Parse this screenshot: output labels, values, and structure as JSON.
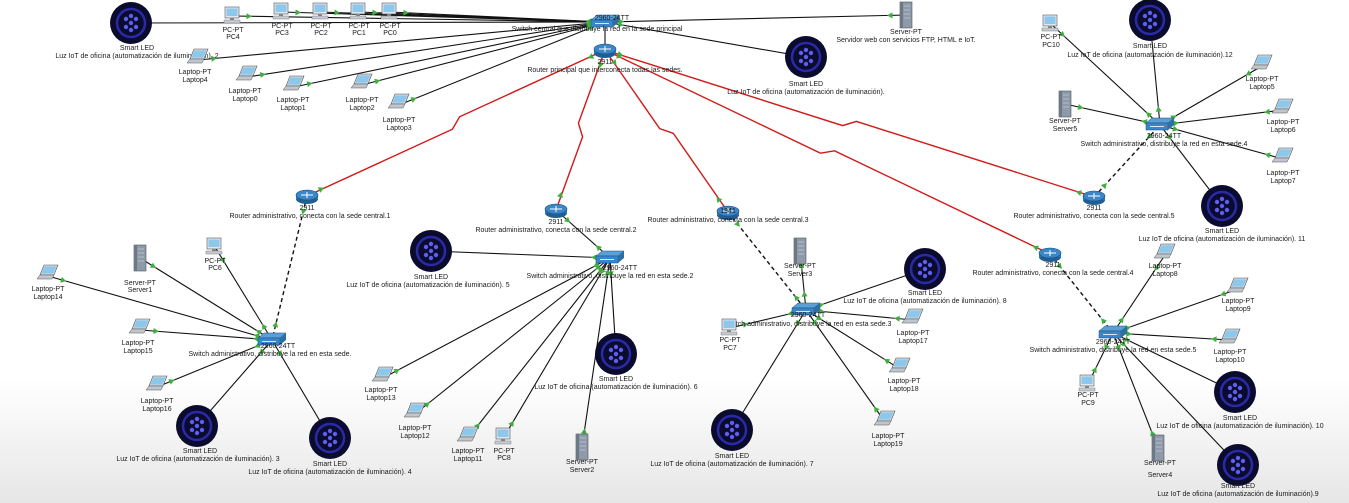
{
  "diagram": {
    "colors": {
      "ethernet": "#111111",
      "serial": "#d21919",
      "fiber": "#111111",
      "port_up": "#3fae3f",
      "led_dark": "#0b0b2e",
      "led_ring": "#2a2aa8",
      "led_glow": "#5e5ef0",
      "device_blue": "#3a86c8",
      "laptop_screen": "#8cc7ec",
      "server_gray": "#8e9aa8"
    },
    "nodes": [
      {
        "id": "R0",
        "type": "router",
        "label1": "2911",
        "label2": "Router principal que interconecta todas las sedes."
      },
      {
        "id": "S0",
        "type": "switch",
        "label1": "2960-24TT",
        "label2": "Switch central que distribuye la red en la sede principal"
      },
      {
        "id": "LED_M1",
        "type": "led",
        "label1": "Smart LED",
        "label2": "Luz IoT de oficina (automatización de iluminación). 2"
      },
      {
        "id": "PC4",
        "type": "pc",
        "label1": "PC-PT",
        "label2": "PC4"
      },
      {
        "id": "PC3",
        "type": "pc",
        "label1": "PC-PT",
        "label2": "PC3"
      },
      {
        "id": "PC2",
        "type": "pc",
        "label1": "PC-PT",
        "label2": "PC2"
      },
      {
        "id": "PC1",
        "type": "pc",
        "label1": "PC-PT",
        "label2": "PC1"
      },
      {
        "id": "PC0",
        "type": "pc",
        "label1": "PC-PT",
        "label2": "PC0"
      },
      {
        "id": "SRV0",
        "type": "server",
        "label1": "Server-PT",
        "label2": "Servidor web con servicios FTP, HTML e IoT."
      },
      {
        "id": "LED_M2",
        "type": "led",
        "label1": "Smart LED",
        "label2": "Luz IoT de oficina (automatización de iluminación)."
      },
      {
        "id": "LT4",
        "type": "laptop",
        "label1": "Laptop-PT",
        "label2": "Laptop4"
      },
      {
        "id": "LT0",
        "type": "laptop",
        "label1": "Laptop-PT",
        "label2": "Laptop0"
      },
      {
        "id": "LT1",
        "type": "laptop",
        "label1": "Laptop-PT",
        "label2": "Laptop1"
      },
      {
        "id": "LT2",
        "type": "laptop",
        "label1": "Laptop-PT",
        "label2": "Laptop2"
      },
      {
        "id": "LT3",
        "type": "laptop",
        "label1": "Laptop-PT",
        "label2": "Laptop3"
      },
      {
        "id": "R1",
        "type": "router",
        "label1": "2911",
        "label2": "Router administrativo, conecta con la sede central.1"
      },
      {
        "id": "S1",
        "type": "switch",
        "label1": "2960-24TT",
        "label2": "Switch administrativo, distribuye la red en esta sede."
      },
      {
        "id": "PC6",
        "type": "pc",
        "label1": "PC-PT",
        "label2": "PC6"
      },
      {
        "id": "SRV1",
        "type": "server",
        "label1": "Server-PT",
        "label2": "Server1"
      },
      {
        "id": "LT14",
        "type": "laptop",
        "label1": "Laptop-PT",
        "label2": "Laptop14"
      },
      {
        "id": "LT15",
        "type": "laptop",
        "label1": "Laptop-PT",
        "label2": "Laptop15"
      },
      {
        "id": "LT16",
        "type": "laptop",
        "label1": "Laptop-PT",
        "label2": "Laptop16"
      },
      {
        "id": "LED3",
        "type": "led",
        "label1": "Smart LED",
        "label2": "Luz IoT de oficina (automatización de iluminación). 3"
      },
      {
        "id": "LED4",
        "type": "led",
        "label1": "Smart LED",
        "label2": "Luz IoT de oficina (automatización de iluminación). 4"
      },
      {
        "id": "R2",
        "type": "router",
        "label1": "2911",
        "label2": "Router administrativo, conecta con la sede central.2"
      },
      {
        "id": "S2",
        "type": "switch",
        "label1": "2960-24TT",
        "label2": "Switch administrativo, distribuye la red en esta sede.2"
      },
      {
        "id": "LED5",
        "type": "led",
        "label1": "Smart LED",
        "label2": "Luz IoT de oficina (automatización de iluminación). 5"
      },
      {
        "id": "LED6",
        "type": "led",
        "label1": "Smart LED",
        "label2": "Luz IoT de oficina (automatización de iluminación). 6"
      },
      {
        "id": "LT13",
        "type": "laptop",
        "label1": "Laptop-PT",
        "label2": "Laptop13"
      },
      {
        "id": "LT12",
        "type": "laptop",
        "label1": "Laptop-PT",
        "label2": "Laptop12"
      },
      {
        "id": "LT11",
        "type": "laptop",
        "label1": "Laptop-PT",
        "label2": "Laptop11"
      },
      {
        "id": "PC8",
        "type": "pc",
        "label1": "PC-PT",
        "label2": "PC8"
      },
      {
        "id": "SRV2",
        "type": "server",
        "label1": "Server-PT",
        "label2": "Server2"
      },
      {
        "id": "R3",
        "type": "router",
        "label1": "1941",
        "label2": "Router administrativo, conecta con la sede central.3"
      },
      {
        "id": "S3",
        "type": "switch",
        "label1": "2960-24TT",
        "label2": "Switch administrativo, distribuye la red en esta sede.3"
      },
      {
        "id": "SRV3",
        "type": "server",
        "label1": "Server-PT",
        "label2": "Server3"
      },
      {
        "id": "LED8",
        "type": "led",
        "label1": "Smart LED",
        "label2": "Luz IoT de oficina (automatización de iluminación). 8"
      },
      {
        "id": "PC7",
        "type": "pc",
        "label1": "PC-PT",
        "label2": "PC7"
      },
      {
        "id": "LT17",
        "type": "laptop",
        "label1": "Laptop-PT",
        "label2": "Laptop17"
      },
      {
        "id": "LT18",
        "type": "laptop",
        "label1": "Laptop-PT",
        "label2": "Laptop18"
      },
      {
        "id": "LT19",
        "type": "laptop",
        "label1": "Laptop-PT",
        "label2": "Laptop19"
      },
      {
        "id": "LED7",
        "type": "led",
        "label1": "Smart LED",
        "label2": "Luz IoT de oficina (automatización de iluminación). 7"
      },
      {
        "id": "R4",
        "type": "router",
        "label1": "2911",
        "label2": "Router administrativo, conecta con la sede central.4"
      },
      {
        "id": "S4",
        "type": "switch",
        "label1": "2960-24TT",
        "label2": "Switch administrativo, distribuye la red en esta sede.5"
      },
      {
        "id": "LT8",
        "type": "laptop",
        "label1": "Laptop-PT",
        "label2": "Laptop8"
      },
      {
        "id": "LT9",
        "type": "laptop",
        "label1": "Laptop-PT",
        "label2": "Laptop9"
      },
      {
        "id": "LT10",
        "type": "laptop",
        "label1": "Laptop-PT",
        "label2": "Laptop10"
      },
      {
        "id": "LED10",
        "type": "led",
        "label1": "Smart LED",
        "label2": "Luz IoT de oficina (automatización de iluminación). 10"
      },
      {
        "id": "PC9",
        "type": "pc",
        "label1": "PC-PT",
        "label2": "PC9"
      },
      {
        "id": "SRV4",
        "type": "server",
        "label1": "Server-PT",
        "label2": "Server4"
      },
      {
        "id": "LED9",
        "type": "led",
        "label1": "Smart LED",
        "label2": "Luz IoT de oficina (automatización de iluminación).9"
      },
      {
        "id": "R5",
        "type": "router",
        "label1": "2911",
        "label2": "Router administrativo, conecta con la sede central.5"
      },
      {
        "id": "S5",
        "type": "switch",
        "label1": "2960-24TT",
        "label2": "Switch administrativo, distribuye la red en esta sede.4"
      },
      {
        "id": "PC10",
        "type": "pc",
        "label1": "PC-PT",
        "label2": "PC10"
      },
      {
        "id": "LED12",
        "type": "led",
        "label1": "Smart LED",
        "label2": "Luz IoT de oficina (automatización de iluminación).12"
      },
      {
        "id": "LT5",
        "type": "laptop",
        "label1": "Laptop-PT",
        "label2": "Laptop5"
      },
      {
        "id": "LT6",
        "type": "laptop",
        "label1": "Laptop-PT",
        "label2": "Laptop6"
      },
      {
        "id": "LT7",
        "type": "laptop",
        "label1": "Laptop-PT",
        "label2": "Laptop7"
      },
      {
        "id": "SRV5",
        "type": "server",
        "label1": "Server-PT",
        "label2": "Server5"
      },
      {
        "id": "LED11",
        "type": "led",
        "label1": "Smart LED",
        "label2": "Luz IoT de oficina (automatización de iluminación). 11"
      }
    ],
    "links": [
      {
        "from": "S0",
        "to": "LED_M1",
        "kind": "ethernet"
      },
      {
        "from": "S0",
        "to": "PC4",
        "kind": "ethernet"
      },
      {
        "from": "S0",
        "to": "PC3",
        "kind": "ethernet"
      },
      {
        "from": "S0",
        "to": "PC2",
        "kind": "ethernet"
      },
      {
        "from": "S0",
        "to": "PC1",
        "kind": "ethernet"
      },
      {
        "from": "S0",
        "to": "PC0",
        "kind": "ethernet"
      },
      {
        "from": "S0",
        "to": "SRV0",
        "kind": "ethernet"
      },
      {
        "from": "S0",
        "to": "LED_M2",
        "kind": "ethernet"
      },
      {
        "from": "S0",
        "to": "LT4",
        "kind": "ethernet"
      },
      {
        "from": "S0",
        "to": "LT0",
        "kind": "ethernet"
      },
      {
        "from": "S0",
        "to": "LT1",
        "kind": "ethernet"
      },
      {
        "from": "S0",
        "to": "LT2",
        "kind": "ethernet"
      },
      {
        "from": "S0",
        "to": "LT3",
        "kind": "ethernet"
      },
      {
        "from": "S0",
        "to": "R0",
        "kind": "ethernet"
      },
      {
        "from": "R0",
        "to": "R1",
        "kind": "serial"
      },
      {
        "from": "R0",
        "to": "R2",
        "kind": "serial"
      },
      {
        "from": "R0",
        "to": "R3",
        "kind": "serial"
      },
      {
        "from": "R0",
        "to": "R4",
        "kind": "serial"
      },
      {
        "from": "R0",
        "to": "R5",
        "kind": "serial"
      },
      {
        "from": "R1",
        "to": "S1",
        "kind": "fiber"
      },
      {
        "from": "S1",
        "to": "PC6",
        "kind": "ethernet"
      },
      {
        "from": "S1",
        "to": "SRV1",
        "kind": "ethernet"
      },
      {
        "from": "S1",
        "to": "LT14",
        "kind": "ethernet"
      },
      {
        "from": "S1",
        "to": "LT15",
        "kind": "ethernet"
      },
      {
        "from": "S1",
        "to": "LT16",
        "kind": "ethernet"
      },
      {
        "from": "S1",
        "to": "LED3",
        "kind": "ethernet"
      },
      {
        "from": "S1",
        "to": "LED4",
        "kind": "ethernet"
      },
      {
        "from": "R2",
        "to": "S2",
        "kind": "ethernet"
      },
      {
        "from": "S2",
        "to": "LED5",
        "kind": "ethernet"
      },
      {
        "from": "S2",
        "to": "LED6",
        "kind": "ethernet"
      },
      {
        "from": "S2",
        "to": "LT13",
        "kind": "ethernet"
      },
      {
        "from": "S2",
        "to": "LT12",
        "kind": "ethernet"
      },
      {
        "from": "S2",
        "to": "LT11",
        "kind": "ethernet"
      },
      {
        "from": "S2",
        "to": "PC8",
        "kind": "ethernet"
      },
      {
        "from": "S2",
        "to": "SRV2",
        "kind": "ethernet"
      },
      {
        "from": "R3",
        "to": "S3",
        "kind": "fiber"
      },
      {
        "from": "S3",
        "to": "SRV3",
        "kind": "ethernet"
      },
      {
        "from": "S3",
        "to": "LED8",
        "kind": "ethernet"
      },
      {
        "from": "S3",
        "to": "PC7",
        "kind": "ethernet"
      },
      {
        "from": "S3",
        "to": "LT17",
        "kind": "ethernet"
      },
      {
        "from": "S3",
        "to": "LT18",
        "kind": "ethernet"
      },
      {
        "from": "S3",
        "to": "LT19",
        "kind": "ethernet"
      },
      {
        "from": "S3",
        "to": "LED7",
        "kind": "ethernet"
      },
      {
        "from": "R4",
        "to": "S4",
        "kind": "fiber"
      },
      {
        "from": "S4",
        "to": "LT8",
        "kind": "ethernet"
      },
      {
        "from": "S4",
        "to": "LT9",
        "kind": "ethernet"
      },
      {
        "from": "S4",
        "to": "LT10",
        "kind": "ethernet"
      },
      {
        "from": "S4",
        "to": "LED10",
        "kind": "ethernet"
      },
      {
        "from": "S4",
        "to": "PC9",
        "kind": "ethernet"
      },
      {
        "from": "S4",
        "to": "SRV4",
        "kind": "ethernet"
      },
      {
        "from": "S4",
        "to": "LED9",
        "kind": "ethernet"
      },
      {
        "from": "R5",
        "to": "S5",
        "kind": "fiber"
      },
      {
        "from": "S5",
        "to": "PC10",
        "kind": "ethernet"
      },
      {
        "from": "S5",
        "to": "LED12",
        "kind": "ethernet"
      },
      {
        "from": "S5",
        "to": "LT5",
        "kind": "ethernet"
      },
      {
        "from": "S5",
        "to": "LT6",
        "kind": "ethernet"
      },
      {
        "from": "S5",
        "to": "LT7",
        "kind": "ethernet"
      },
      {
        "from": "S5",
        "to": "SRV5",
        "kind": "ethernet"
      },
      {
        "from": "S5",
        "to": "LED11",
        "kind": "ethernet"
      }
    ]
  }
}
